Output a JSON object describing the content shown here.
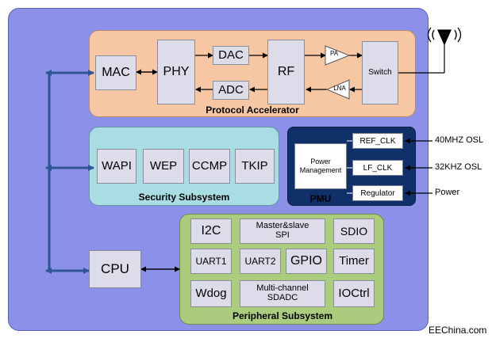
{
  "regions": {
    "protocol_accelerator": "Protocol Accelerator",
    "security_subsystem": "Security Subsystem",
    "pmu": "PMU",
    "peripheral_subsystem": "Peripheral Subsystem"
  },
  "protocol": {
    "mac": "MAC",
    "phy": "PHY",
    "dac": "DAC",
    "adc": "ADC",
    "rf": "RF",
    "pa": "PA",
    "lna": "LNA",
    "switch": "Switch"
  },
  "security": {
    "wapi": "WAPI",
    "wep": "WEP",
    "ccmp": "CCMP",
    "tkip": "TKIP"
  },
  "pmu": {
    "power_management": "Power\nManagement",
    "ref_clk": "REF_CLK",
    "lf_clk": "LF_CLK",
    "regulator": "Regulator"
  },
  "cpu": "CPU",
  "peripheral": {
    "i2c": "I2C",
    "spi": "Master&slave\nSPI",
    "sdio": "SDIO",
    "uart1": "UART1",
    "uart2": "UART2",
    "gpio": "GPIO",
    "timer": "Timer",
    "wdog": "Wdog",
    "sdadc": "Multi-channel\nSDADC",
    "ioctrl": "IOCtrl"
  },
  "external": {
    "osc_40": "40MHZ OSL",
    "osc_32": "32KHZ OSL",
    "power": "Power"
  },
  "credit": "EEChina.com",
  "colors": {
    "chip": "#8b91e8",
    "protocol": "#f7c7a4",
    "security": "#a9dde3",
    "pmu": "#10306a",
    "peripheral": "#aacc7c",
    "bus": "#2f5597"
  }
}
